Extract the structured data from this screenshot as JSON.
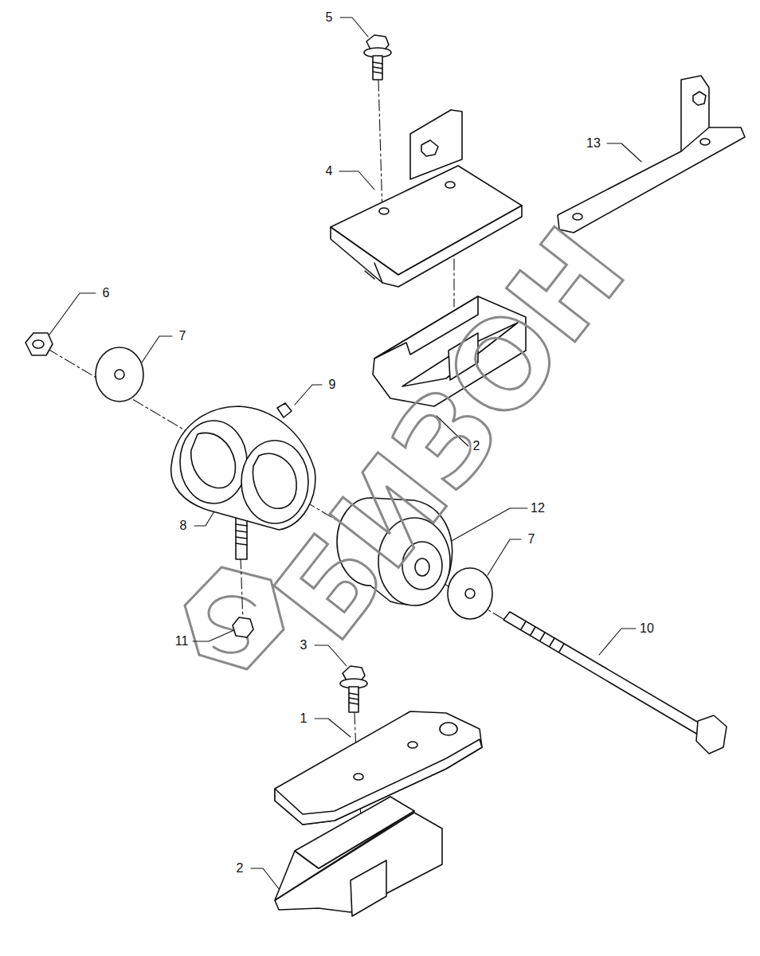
{
  "diagram": {
    "labels": [
      "5",
      "4",
      "13",
      "6",
      "7",
      "9",
      "2",
      "8",
      "12",
      "7",
      "11",
      "3",
      "10",
      "1",
      "2",
      "БИЗОН"
    ]
  }
}
